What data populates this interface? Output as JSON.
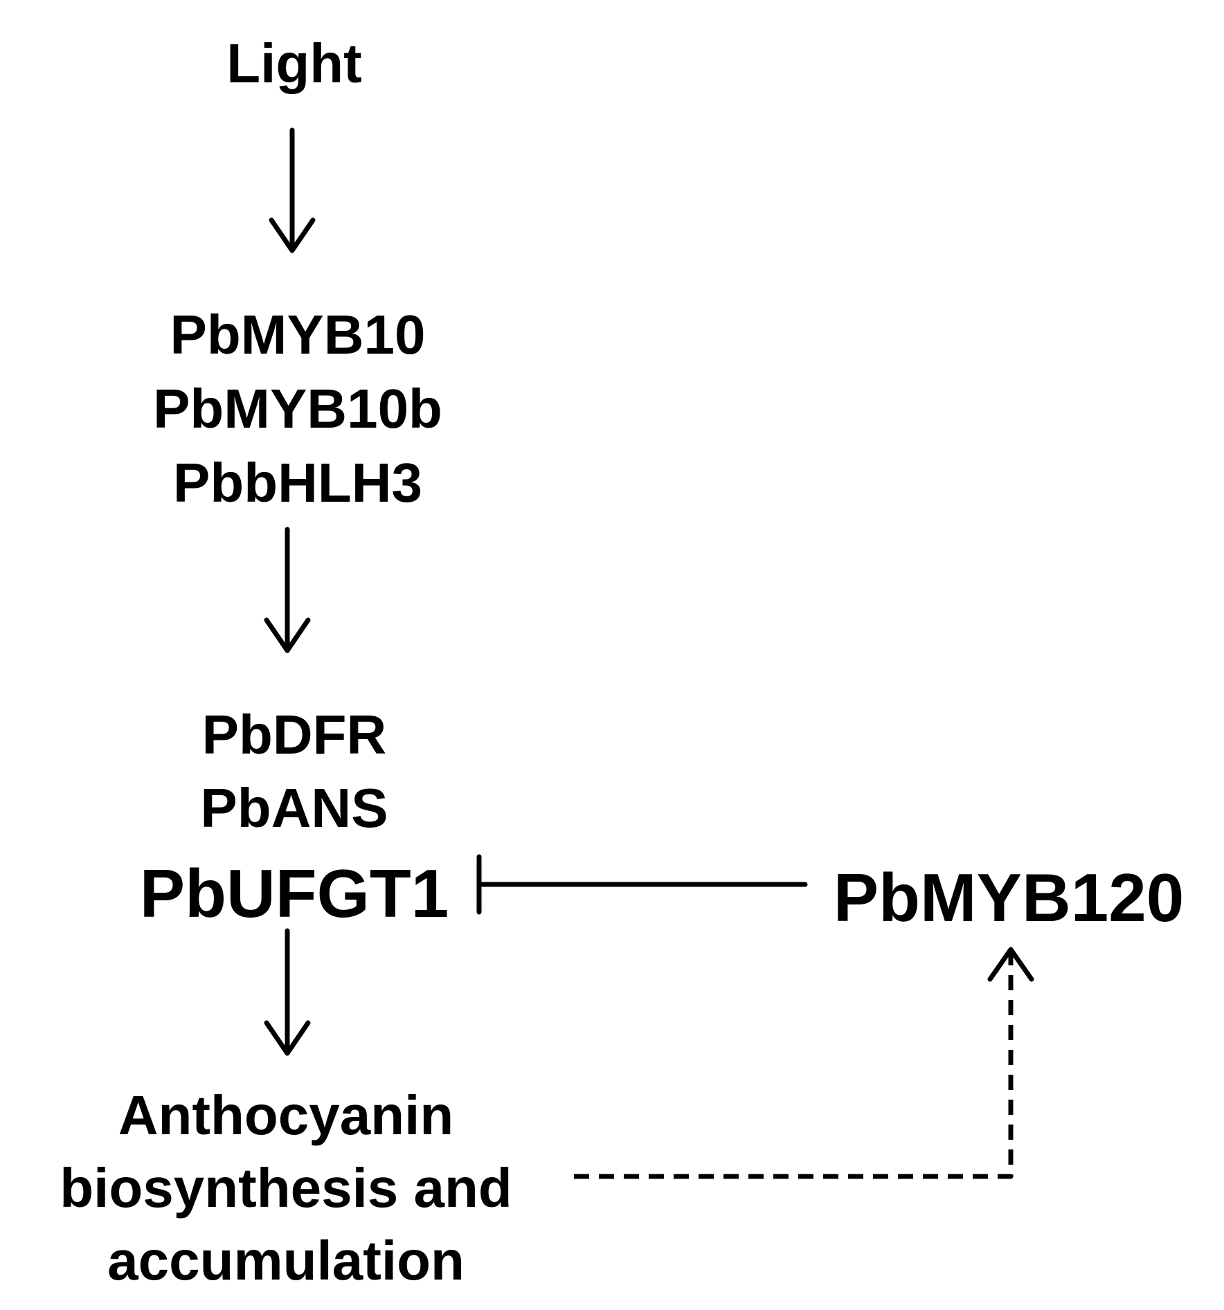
{
  "nodes": {
    "light": "Light",
    "tf_genes": [
      "PbMYB10",
      "PbMYB10b",
      "PbbHLH3"
    ],
    "structural_genes": [
      "PbDFR",
      "PbANS",
      "PbUFGT1"
    ],
    "outcome": [
      "Anthocyanin",
      "biosynthesis and",
      "accumulation"
    ],
    "repressor": "PbMYB120"
  },
  "edges": [
    {
      "from": "light",
      "to": "tf_genes",
      "type": "activation",
      "style": "solid"
    },
    {
      "from": "tf_genes",
      "to": "structural_genes",
      "type": "activation",
      "style": "solid"
    },
    {
      "from": "structural_genes",
      "to": "outcome",
      "type": "activation",
      "style": "solid"
    },
    {
      "from": "repressor",
      "to": "structural_genes",
      "type": "inhibition",
      "style": "solid"
    },
    {
      "from": "outcome",
      "to": "repressor",
      "type": "activation",
      "style": "dashed"
    }
  ],
  "colors": {
    "ink": "#000000",
    "background": "#ffffff"
  }
}
